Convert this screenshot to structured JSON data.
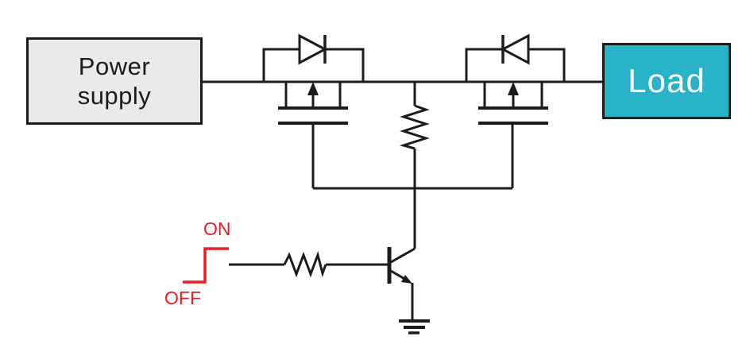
{
  "colors": {
    "background": "#ffffff",
    "line": "#1b1b1b",
    "signal_red": "#ee1b24",
    "load_fill": "#29b3c8",
    "load_text": "#ffffff",
    "power_fill": "#e9eaeb"
  },
  "blocks": {
    "power_supply": {
      "line1": "Power",
      "line2": "supply"
    },
    "load": {
      "label": "Load"
    }
  },
  "signal": {
    "on_label": "ON",
    "off_label": "OFF"
  },
  "icons": [
    "body-diode-left-icon",
    "mosfet-left-icon",
    "body-diode-right-icon",
    "mosfet-right-icon",
    "gate-resistor-icon",
    "base-resistor-icon",
    "npn-transistor-icon",
    "ground-icon",
    "step-waveform-icon"
  ]
}
